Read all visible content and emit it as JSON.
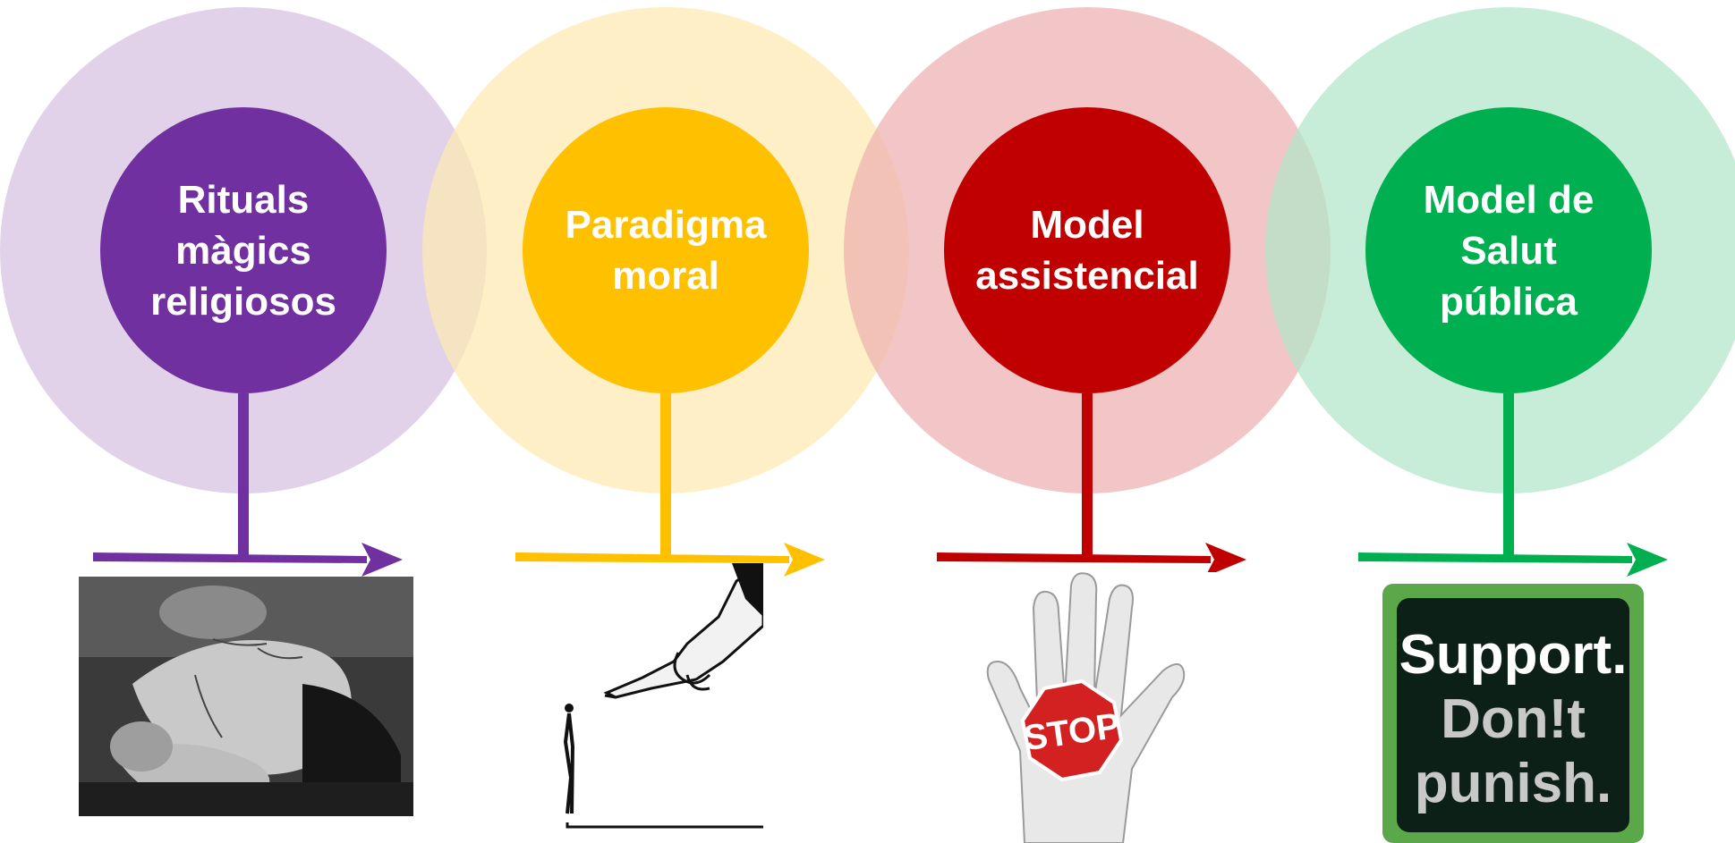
{
  "stages": [
    {
      "id": "rituals",
      "label": "Rituals\nmàgics\nreligiosos",
      "outer_color": "#d6c0e1",
      "inner_color": "#7030a0",
      "image_icon": "ritual-photo-icon"
    },
    {
      "id": "paradigma",
      "label": "Paradigma\nmoral",
      "outer_color": "#fde9b2",
      "inner_color": "#ffc000",
      "image_icon": "pointing-finger-icon"
    },
    {
      "id": "assistencial",
      "label": "Model\nassistencial",
      "outer_color": "#edb0b0",
      "inner_color": "#c00000",
      "image_icon": "stop-hand-icon"
    },
    {
      "id": "salut",
      "label": "Model de\nSalut\npública",
      "outer_color": "#b1e6c9",
      "inner_color": "#00b050",
      "image_icon": "support-dont-punish-icon"
    }
  ],
  "badge": {
    "line1": "Support.",
    "line2": "Don!t",
    "line3": "punish."
  },
  "stop_sign_text": "STOP"
}
